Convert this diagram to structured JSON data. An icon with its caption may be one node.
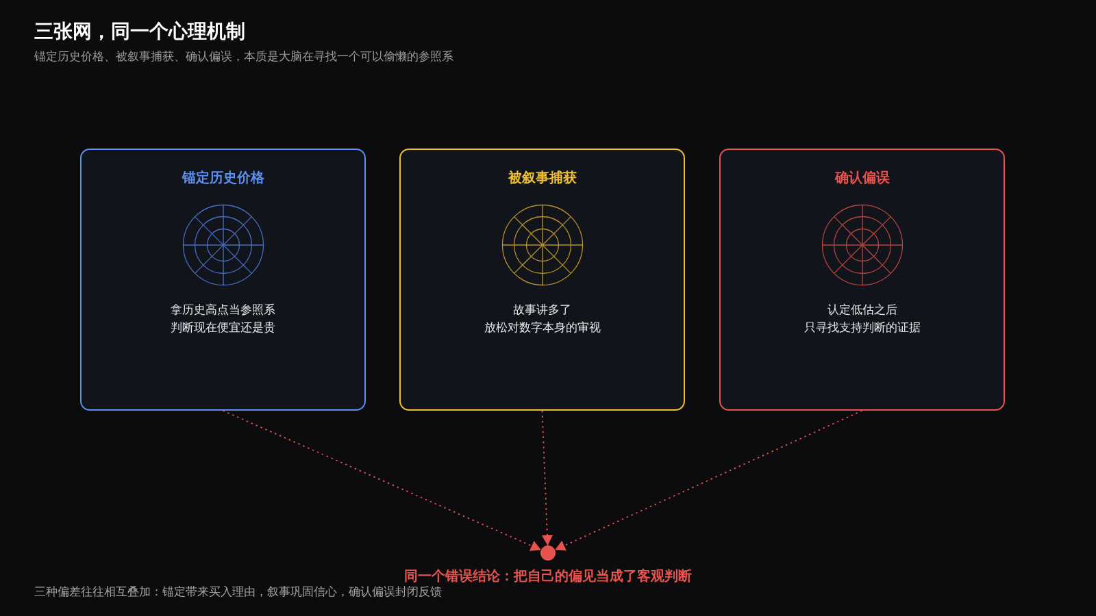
{
  "diagram": {
    "title": "三张网，同一个心理机制",
    "nodes": [
      {
        "text": [
          "锚定历史价格",
          "拿历史高点当参照系判断现在便宜还是贵"
        ]
      },
      {
        "text": [
          "被叙事捕获",
          "故事讲多了放松对数字本身的审视"
        ]
      },
      {
        "text": [
          "确认偏误",
          "认定低估之后只寻找支持判断的证据"
        ]
      },
      {
        "text": [],
        "shape": "circle",
        "beside": [
          "同一个错误结论：把自己的偏见当成了客观判断"
        ]
      }
    ],
    "edges": [
      {
        "from": 0,
        "to": 3,
        "arrow": "to",
        "style": "dashed"
      },
      {
        "from": 1,
        "to": 3,
        "arrow": "to",
        "style": "dashed"
      },
      {
        "from": 2,
        "to": 3,
        "arrow": "to",
        "style": "dashed"
      }
    ],
    "labels": [
      "锚定历史价格、被叙事捕获、确认偏误，本质是大脑在寻找一个可以偷懒的参照系",
      "三种偏差往往相互叠加：锚定带来买入理由，叙事巩固信心，确认偏误封闭反馈"
    ]
  }
}
